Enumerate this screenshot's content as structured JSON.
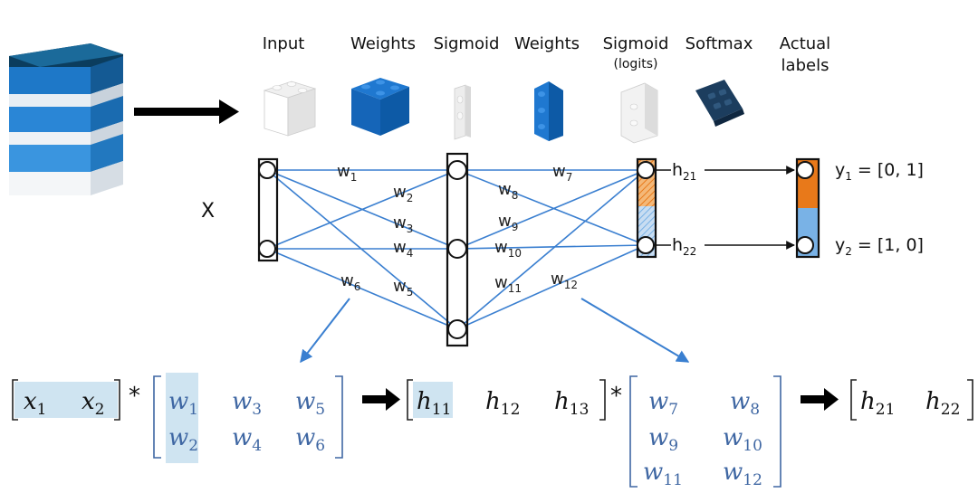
{
  "headers": {
    "input": "Input",
    "weights1": "Weights",
    "sigmoid": "Sigmoid",
    "weights2": "Weights",
    "sigmoid_logits": "Sigmoid",
    "logits": "(logits)",
    "softmax": "Softmax",
    "actual": "Actual",
    "labels": "labels"
  },
  "input_symbol": "X",
  "weights": [
    "w",
    "w",
    "w",
    "w",
    "w",
    "w",
    "w",
    "w",
    "w",
    "w",
    "w",
    "w"
  ],
  "weight_subs": [
    "1",
    "2",
    "3",
    "4",
    "5",
    "6",
    "7",
    "8",
    "9",
    "10",
    "11",
    "12"
  ],
  "outputs": {
    "h": "h",
    "h21_sub": "21",
    "h22_sub": "22",
    "y1": "y",
    "y1_sub": "1",
    "y1_val": " = [0, 1]",
    "y2": "y",
    "y2_sub": "2",
    "y2_val": " = [1, 0]"
  },
  "matrix": {
    "x": "x",
    "x1_sub": "1",
    "x2_sub": "2",
    "w": "w",
    "h": "h",
    "h11_sub": "11",
    "h12_sub": "12",
    "h13_sub": "13",
    "h21_sub": "21",
    "h22_sub": "22",
    "times": "*"
  },
  "colors": {
    "edge": "#3a7fd0",
    "orange": "#e8791a",
    "light_blue": "#79b2e6",
    "highlight": "#cfe4f1",
    "stack_dark": "#0b3d5e",
    "stack_blue": "#1e78c8",
    "matrix_blue": "#3f67a3"
  }
}
